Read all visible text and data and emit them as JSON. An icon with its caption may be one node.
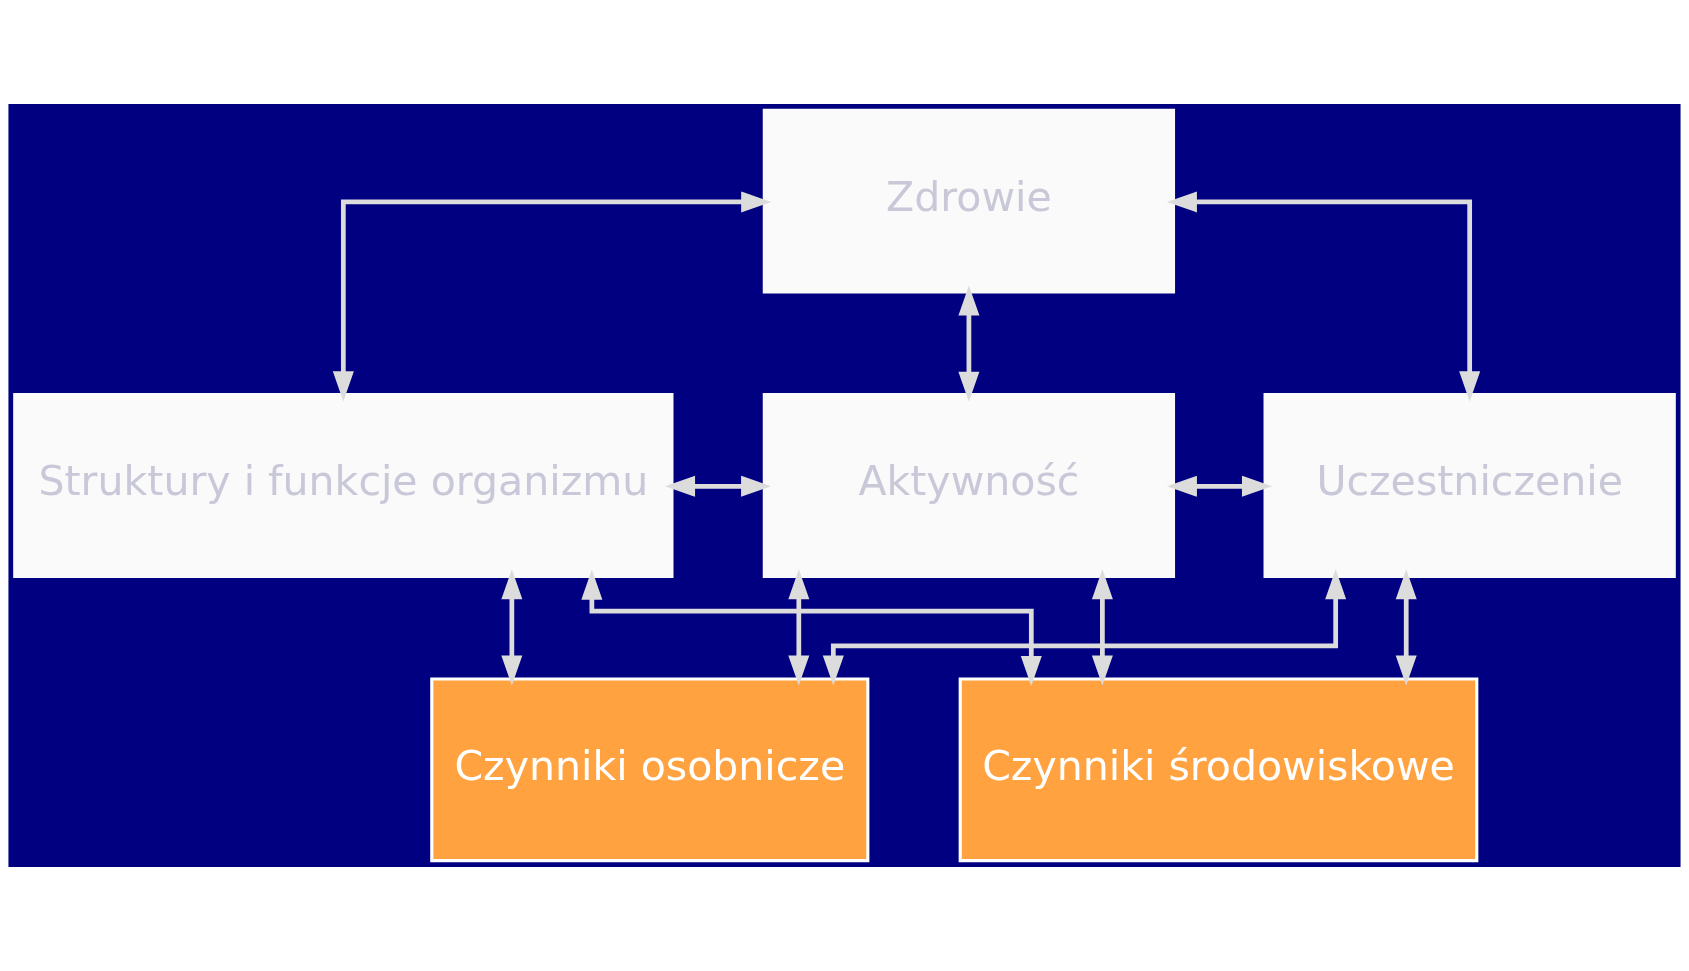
{
  "diagram": {
    "nodes": [
      {
        "text": [
          "Zdrowie"
        ]
      },
      {
        "text": [
          "Struktury i funkcje organizmu"
        ]
      },
      {
        "text": [
          "Aktywność"
        ]
      },
      {
        "text": [
          "Uczestniczenie"
        ]
      },
      {
        "text": [
          "Czynniki osobnicze"
        ]
      },
      {
        "text": [
          "Czynniki środowiskowe"
        ]
      }
    ],
    "edges": [
      {
        "from": 0,
        "to": 1,
        "arrow": "both"
      },
      {
        "from": 0,
        "to": 2,
        "arrow": "both"
      },
      {
        "from": 0,
        "to": 3,
        "arrow": "both"
      },
      {
        "from": 1,
        "to": 2,
        "arrow": "both"
      },
      {
        "from": 2,
        "to": 3,
        "arrow": "both"
      },
      {
        "from": 4,
        "to": 1,
        "arrow": "both"
      },
      {
        "from": 4,
        "to": 2,
        "arrow": "both"
      },
      {
        "from": 4,
        "to": 3,
        "arrow": "both"
      },
      {
        "from": 5,
        "to": 1,
        "arrow": "both"
      },
      {
        "from": 5,
        "to": 2,
        "arrow": "both"
      },
      {
        "from": 5,
        "to": 3,
        "arrow": "both"
      }
    ]
  }
}
